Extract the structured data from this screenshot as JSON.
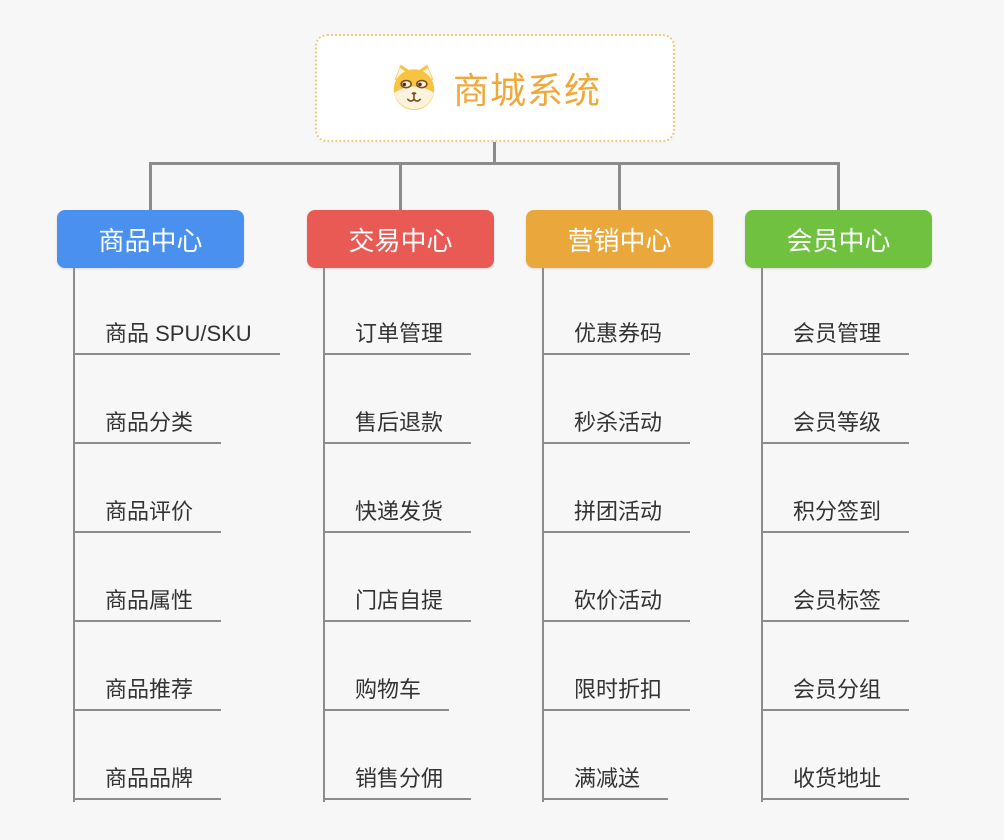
{
  "page": {
    "background": "#f7f7f7",
    "connector_color": "#8c8c8c"
  },
  "root": {
    "title": "商城系统",
    "icon": "dog-face-icon",
    "text_color": "#f0a83a",
    "border_color": "#f3c880"
  },
  "branches": [
    {
      "label": "商品中心",
      "color": "#4a90ee",
      "children": [
        "商品 SPU/SKU",
        "商品分类",
        "商品评价",
        "商品属性",
        "商品推荐",
        "商品品牌"
      ]
    },
    {
      "label": "交易中心",
      "color": "#ea5a55",
      "children": [
        "订单管理",
        "售后退款",
        "快递发货",
        "门店自提",
        "购物车",
        "销售分佣"
      ]
    },
    {
      "label": "营销中心",
      "color": "#eaa73c",
      "children": [
        "优惠券码",
        "秒杀活动",
        "拼团活动",
        "砍价活动",
        "限时折扣",
        "满减送"
      ]
    },
    {
      "label": "会员中心",
      "color": "#70c13f",
      "children": [
        "会员管理",
        "会员等级",
        "积分签到",
        "会员标签",
        "会员分组",
        "收货地址"
      ]
    }
  ]
}
